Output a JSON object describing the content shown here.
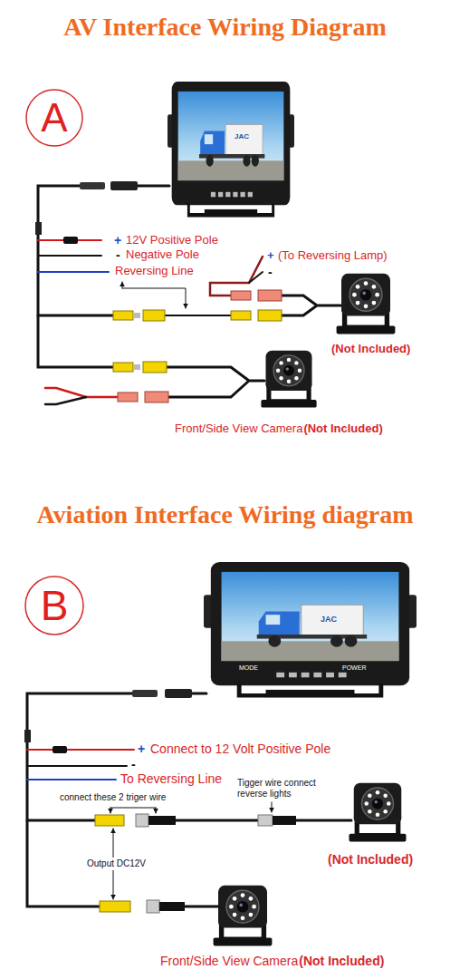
{
  "diagram": {
    "title": "AV Interface Wiring Diagram",
    "nodes": [
      {
        "text": [
          "A"
        ]
      },
      {
        "text": [
          "B"
        ]
      }
    ],
    "labels": [
      "JAC",
      "+",
      "12V Positive Pole",
      "-",
      "Negative Pole",
      "Reversing Line",
      "+",
      "(To Reversing Lamp)",
      "-",
      "(Not Included)",
      "Front/Side View Camera",
      "(Not Included)",
      "Aviation Interface Wiring diagram",
      "JAC",
      "MODE",
      "POWER",
      "+",
      "Connect to 12 Volt Positive Pole",
      "-",
      "To Reversing Line",
      "connect these 2 triger wire",
      "Tigger wire connect reverse lights",
      "Output DC12V",
      "(Not Included)",
      "Front/Side View Camera",
      "(Not Included)"
    ]
  }
}
